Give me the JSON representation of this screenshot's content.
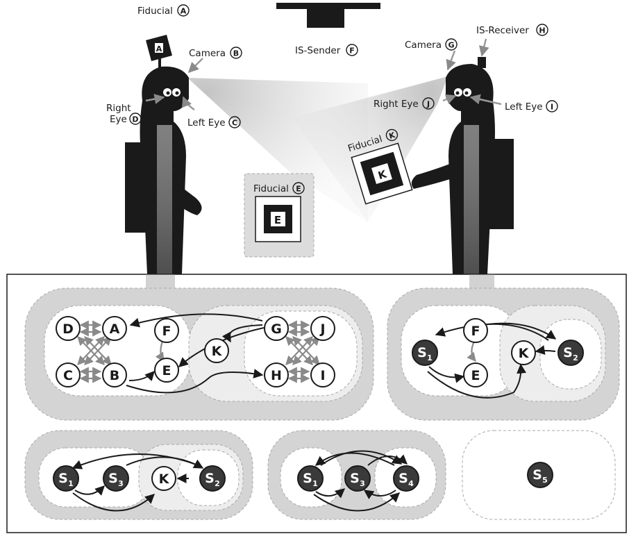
{
  "labels": {
    "fiducial_a": "Fiducial",
    "camera_b": "Camera",
    "right_eye_d_1": "Right",
    "right_eye_d_2": "Eye",
    "left_eye_c": "Left Eye",
    "is_sender_f": "IS-Sender",
    "fiducial_e": "Fiducial",
    "camera_g": "Camera",
    "is_receiver_h": "IS-Receiver",
    "right_eye_j": "Right Eye",
    "left_eye_i": "Left Eye",
    "fiducial_k": "Fiducial"
  },
  "letters": {
    "A": "A",
    "B": "B",
    "C": "C",
    "D": "D",
    "E": "E",
    "F": "F",
    "G": "G",
    "H": "H",
    "I": "I",
    "J": "J",
    "K": "K"
  },
  "s_nodes": {
    "S": "S",
    "s1": "1",
    "s2": "2",
    "s3": "3",
    "s4": "4",
    "s5": "5"
  },
  "colors": {
    "figure": "#1a1a1a",
    "ring_fill": "#d4d4d4",
    "region_fill": "#ededed",
    "cone_fill": "#cccccc",
    "node_dark": "#3a3a3a",
    "gray_arrow": "#8a8a8a"
  }
}
